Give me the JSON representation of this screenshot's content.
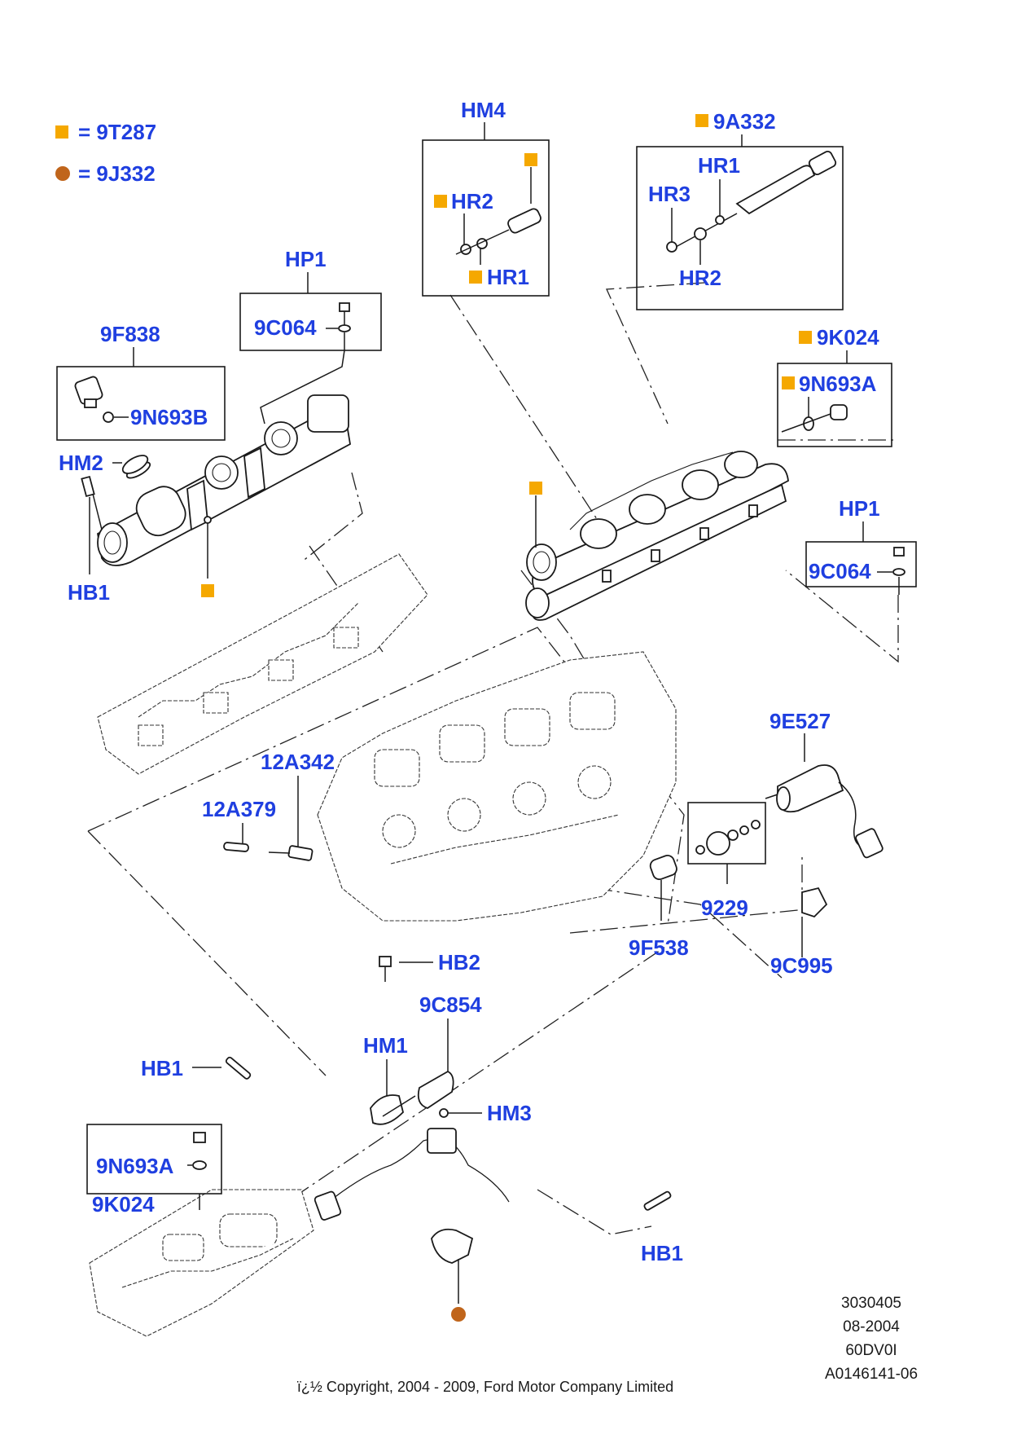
{
  "legend": {
    "square_color": "#f5a800",
    "circle_color": "#c0651b",
    "square_text": "= 9T287",
    "circle_text": "= 9J332"
  },
  "label_color": "#1f3fe0",
  "labels": {
    "hm4": "HM4",
    "hm4_hr2": "HR2",
    "hm4_hr1": "HR1",
    "kit_9a332": "9A332",
    "kit_hr1": "HR1",
    "kit_hr3": "HR3",
    "kit_hr2": "HR2",
    "hp1_left": "HP1",
    "c064_left": "9C064",
    "f838": "9F838",
    "n693b": "9N693B",
    "hm2": "HM2",
    "hb1_left": "HB1",
    "k024_right": "9K024",
    "n693a_right": "9N693A",
    "hp1_right": "HP1",
    "c064_right": "9C064",
    "e527": "9E527",
    "a342": "12A342",
    "a379": "12A379",
    "n9229": "9229",
    "f538": "9F538",
    "c995": "9C995",
    "hb2": "HB2",
    "c854": "9C854",
    "hm1": "HM1",
    "hb1_mid": "HB1",
    "hm3": "HM3",
    "n693a_left": "9N693A",
    "k024_left": "9K024",
    "hb1_bottom": "HB1"
  },
  "footer": {
    "id_line1": "3030405",
    "id_line2": "08-2004",
    "id_line3": "60DV0I",
    "id_line4": "A0146141-06",
    "copyright": "ï¿½ Copyright, 2004 - 2009, Ford Motor Company Limited"
  }
}
